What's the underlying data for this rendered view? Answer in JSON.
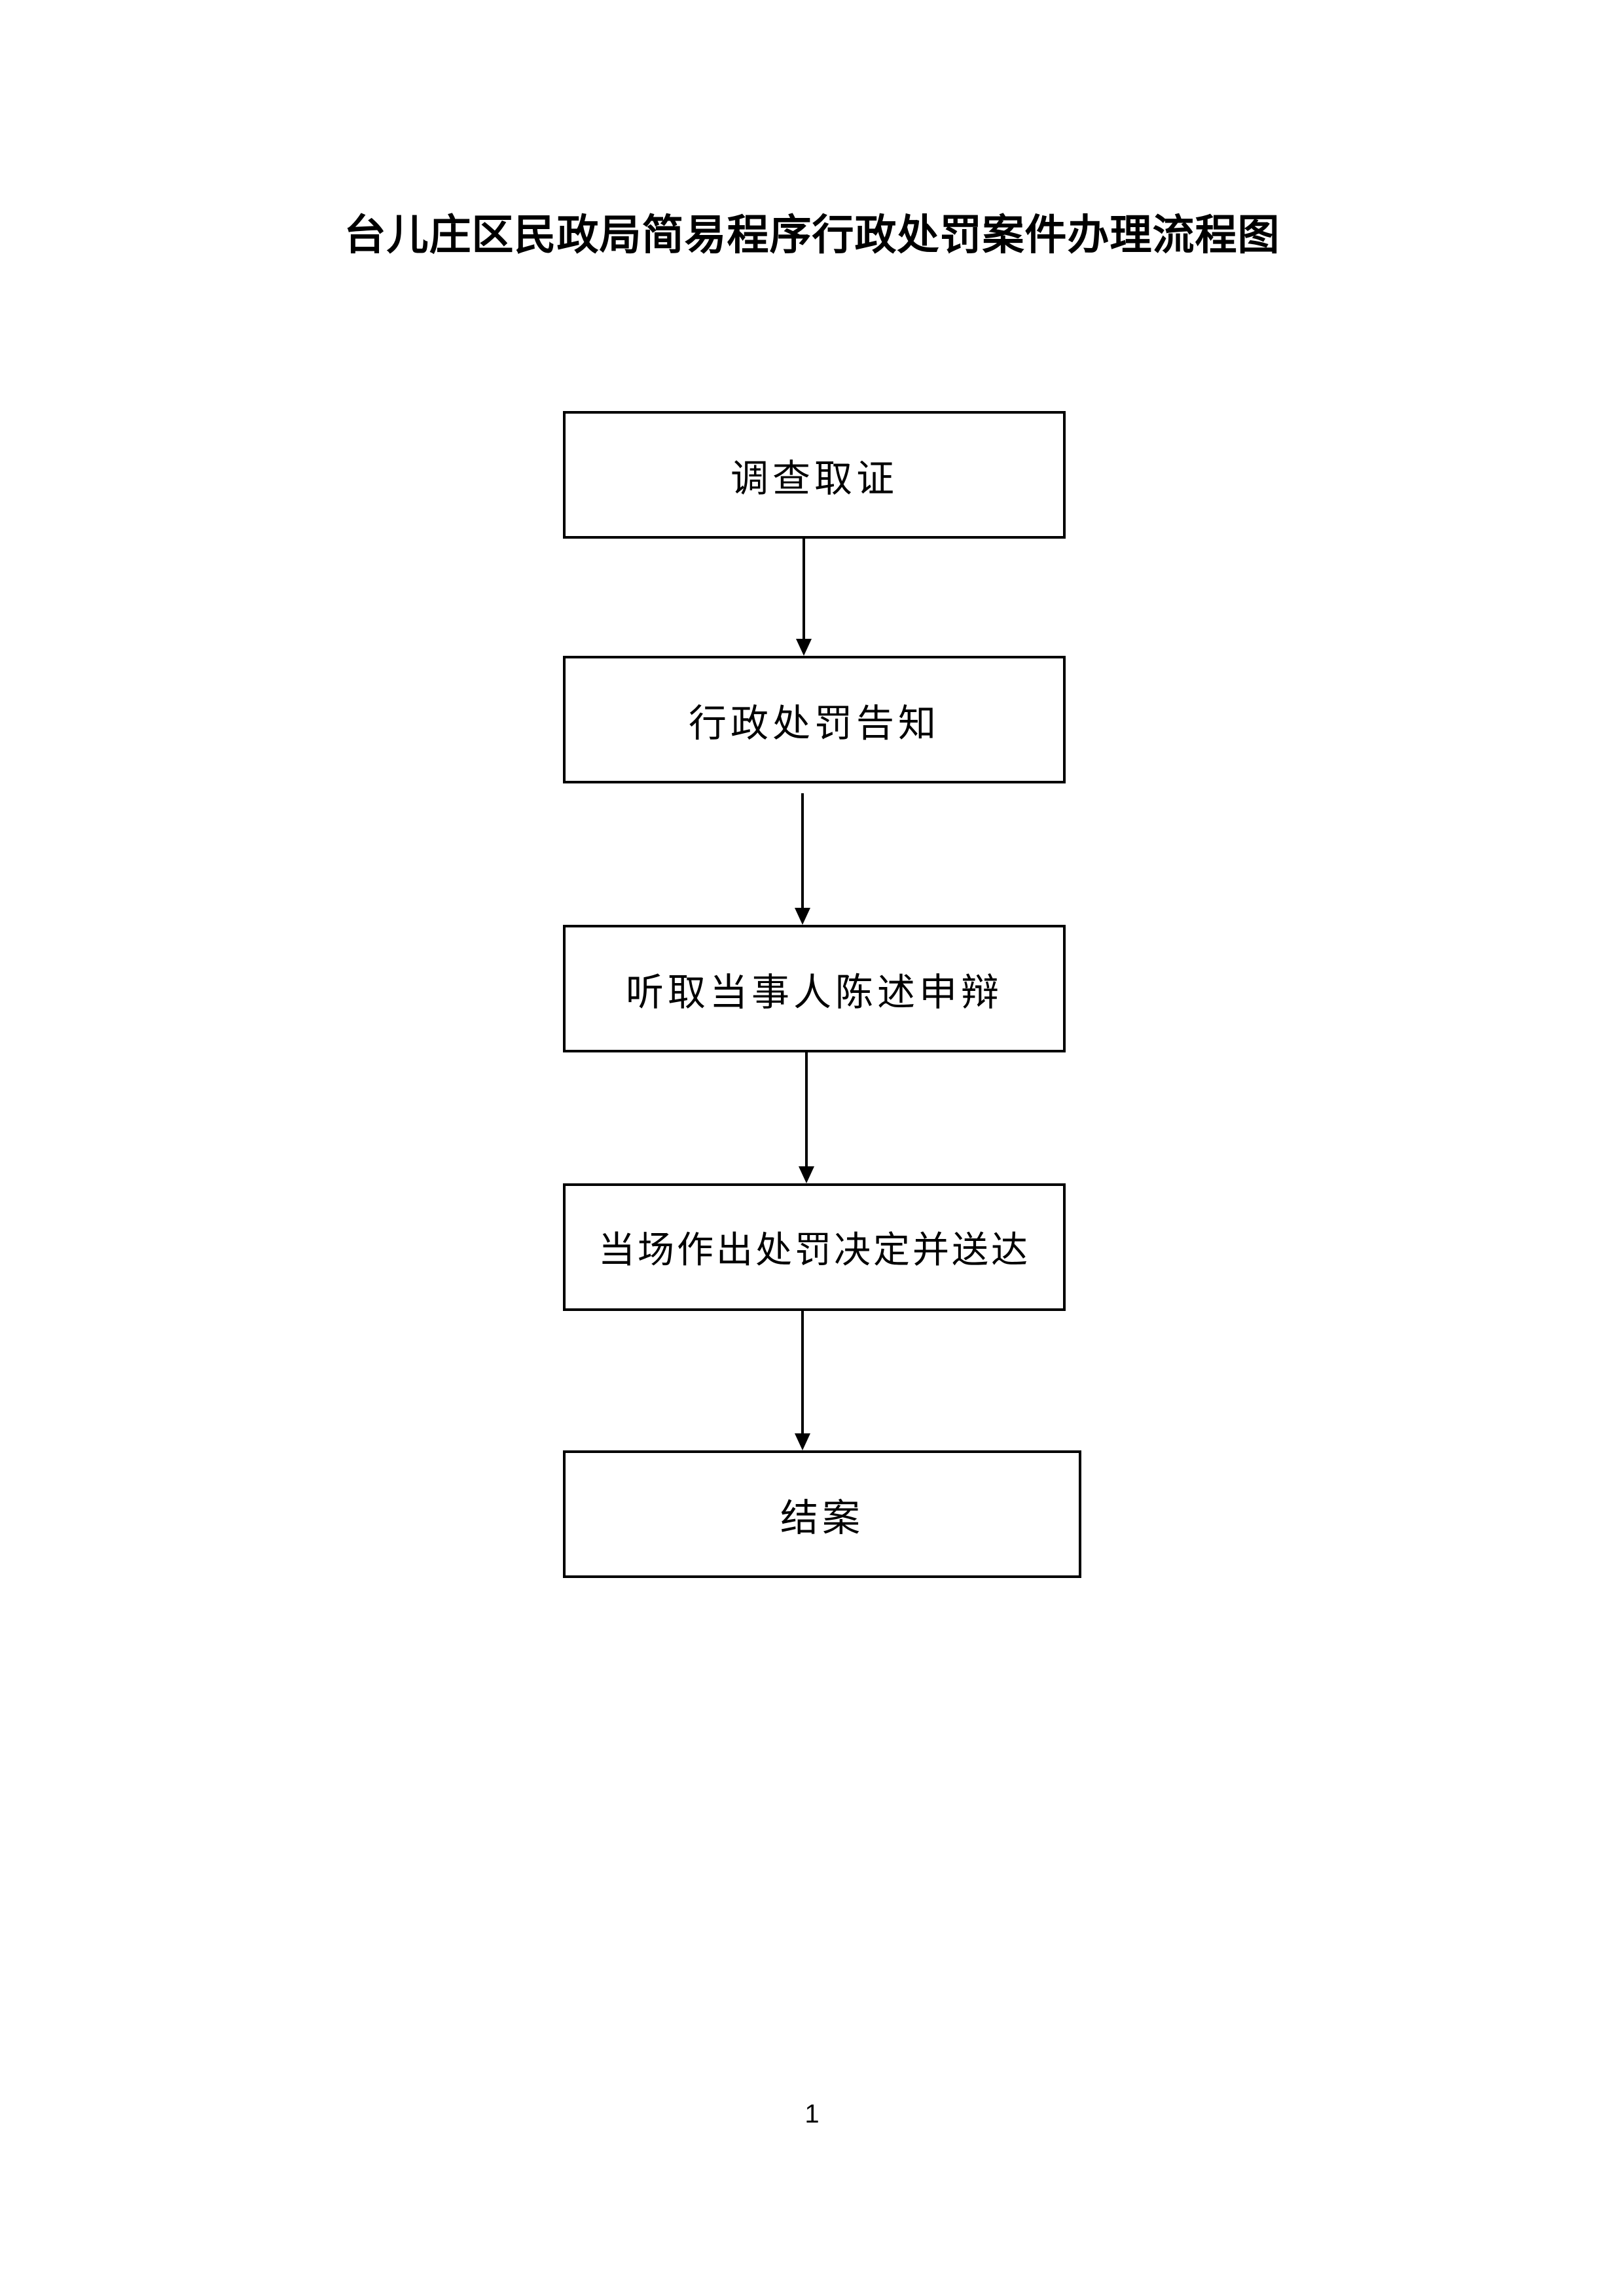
{
  "title": "台儿庄区民政局简易程序行政处罚案件办理流程图",
  "steps": [
    {
      "label": "调查取证"
    },
    {
      "label": "行政处罚告知"
    },
    {
      "label": "听取当事人陈述申辩"
    },
    {
      "label": "当场作出处罚决定并送达"
    },
    {
      "label": "结案"
    }
  ],
  "page_number": "1"
}
